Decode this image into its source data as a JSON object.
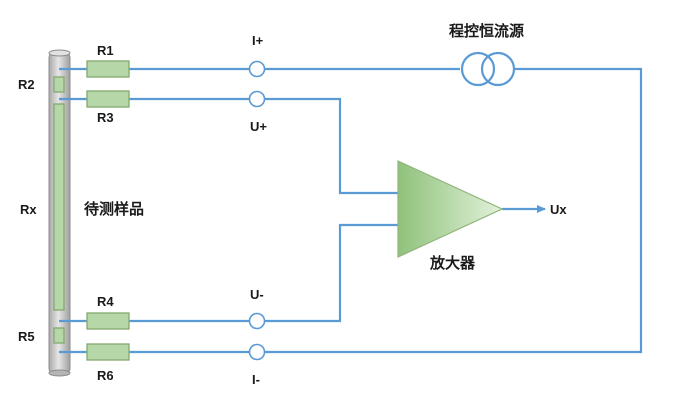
{
  "labels": {
    "R1": "R1",
    "R2": "R2",
    "R3": "R3",
    "R4": "R4",
    "R5": "R5",
    "R6": "R6",
    "Rx": "Rx",
    "I_plus": "I+",
    "U_plus": "U+",
    "U_minus": "U-",
    "I_minus": "I-",
    "Ux": "Ux",
    "current_source": "程控恒流源",
    "sample": "待测样品",
    "amplifier": "放大器"
  },
  "colors": {
    "wire": "#5b9bd5",
    "resistor_fill": "#b6d7a8",
    "resistor_stroke": "#82a96e",
    "sample_rod": "#cfcfcf",
    "amplifier_fill_light": "#dcefd3",
    "amplifier_fill_dark": "#8fc27b"
  }
}
